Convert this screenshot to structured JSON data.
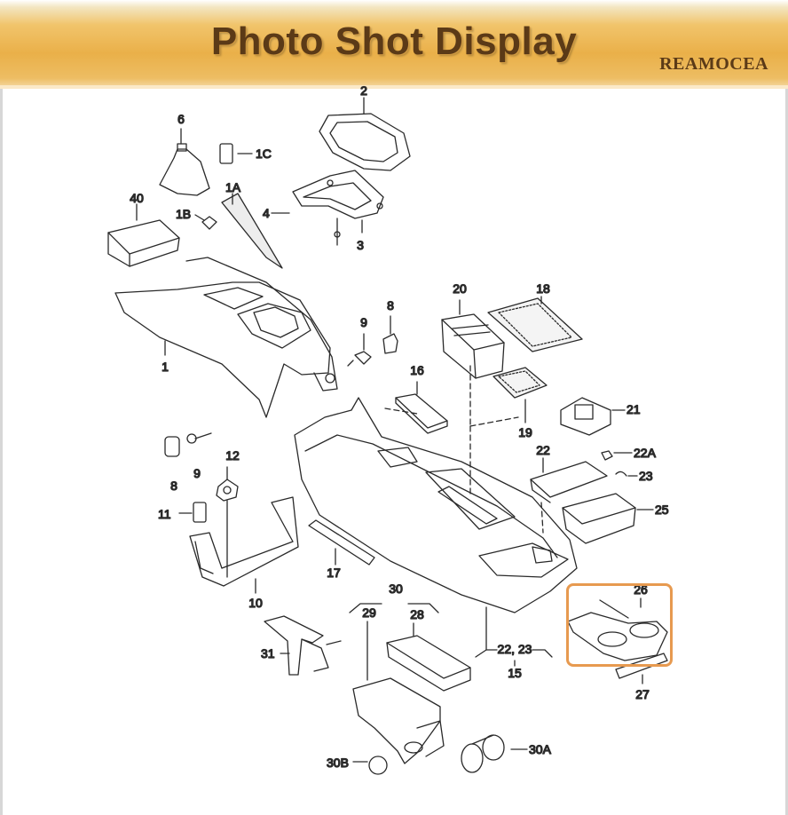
{
  "header": {
    "title": "Photo Shot Display",
    "brand": "REAMOCEA"
  },
  "labels": {
    "p1": "1",
    "p1A": "1A",
    "p1B": "1B",
    "p1C": "1C",
    "p2": "2",
    "p3": "3",
    "p4": "4",
    "p6": "6",
    "p40": "40",
    "p8a": "8",
    "p9a": "9",
    "p8b": "8",
    "p9b": "9",
    "p10": "10",
    "p11": "11",
    "p12": "12",
    "p15": "15",
    "p16": "16",
    "p17": "17",
    "p18": "18",
    "p19": "19",
    "p20": "20",
    "p21": "21",
    "p22": "22",
    "p22A": "22A",
    "p23": "23",
    "p22_23": "22, 23",
    "p25": "25",
    "p26": "26",
    "p27": "27",
    "p28": "28",
    "p29": "29",
    "p30": "30",
    "p30A": "30A",
    "p30B": "30B",
    "p31": "31"
  },
  "highlight_color": "#e79a50",
  "header_colors": {
    "gold": "#eab049",
    "text": "#5b3a17"
  }
}
